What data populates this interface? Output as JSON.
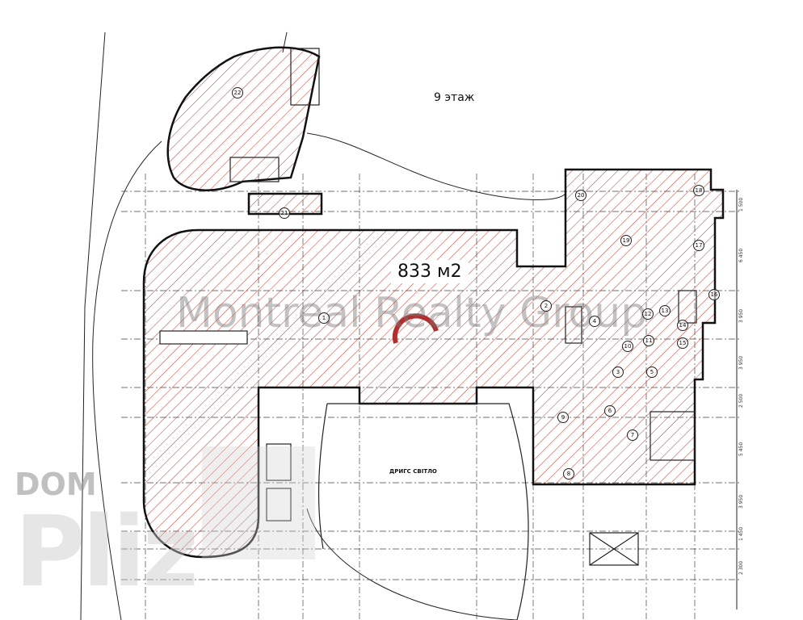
{
  "plan": {
    "floor_label": "9 этаж",
    "area_label": "833 м2",
    "central_label": "ДРИГС СВІТЛО",
    "watermark_main": "Montreal Realty Group",
    "watermark_dom": "DOM",
    "watermark_pliz": "Pliz",
    "dimensions": [
      "1 500",
      "6 450",
      "3 950",
      "3 950",
      "2 500",
      "5 450",
      "3 950",
      "1 450",
      "2 300"
    ],
    "room_numbers": [
      "1",
      "2",
      "3",
      "4",
      "5",
      "6",
      "7",
      "8",
      "9",
      "10",
      "11",
      "12",
      "13",
      "14",
      "15",
      "16",
      "17",
      "18",
      "19",
      "20",
      "21",
      "22"
    ],
    "colors": {
      "hatch": "#c0392b",
      "wall": "#111111",
      "grid": "#333333"
    }
  }
}
